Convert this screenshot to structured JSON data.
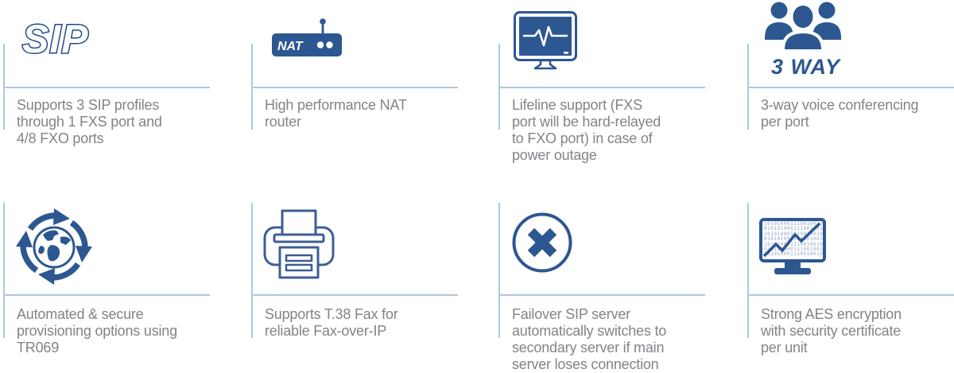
{
  "colors": {
    "icon_blue": "#2d5791",
    "icon_outline_blue": "#3c5f93",
    "sip_outline_blue": "#1e4b8e",
    "line_blue": "#a8cade",
    "text_gray": "#818488"
  },
  "features": [
    {
      "name": "sip-profiles",
      "icon": "sip-logo-icon",
      "icon_text": "SIP",
      "text": "Supports 3 SIP profiles\nthrough 1 FXS port and\n4/8 FXO ports"
    },
    {
      "name": "nat-router",
      "icon": "nat-router-icon",
      "icon_text": "NAT",
      "text": "High performance NAT\nrouter"
    },
    {
      "name": "lifeline",
      "icon": "pulse-monitor-icon",
      "text": "Lifeline support (FXS\nport will be hard-relayed\nto FXO port) in case of\npower outage"
    },
    {
      "name": "conferencing",
      "icon": "three-people-icon",
      "icon_text": "3 WAY",
      "text": "3-way voice conferencing\nper port"
    },
    {
      "name": "provisioning",
      "icon": "globe-sync-icon",
      "text": "Automated & secure\nprovisioning options using\nTR069"
    },
    {
      "name": "t38-fax",
      "icon": "fax-printer-icon",
      "text": "Supports T.38 Fax for\nreliable Fax-over-IP"
    },
    {
      "name": "failover",
      "icon": "failover-cross-icon",
      "text": "Failover SIP server\nautomatically switches to\nsecondary server if main\nserver loses connection"
    },
    {
      "name": "aes-encryption",
      "icon": "binary-monitor-icon",
      "binary": "101010001110010010\n010101000111001001\n101010001110010010\n010101000111001001\n101010001110010010\n010101000111001001\n101010001110010010",
      "text": "Strong AES encryption\nwith security certificate\nper unit"
    }
  ]
}
